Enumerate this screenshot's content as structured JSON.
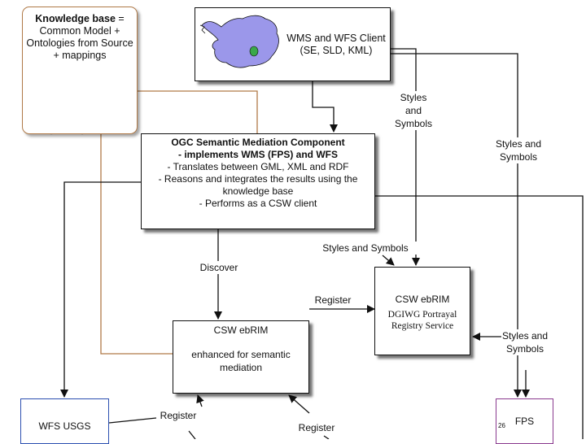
{
  "knowledge_base": {
    "title": "Knowledge base",
    "text": "= Common Model + Ontologies from Source + mappings"
  },
  "wms_client": {
    "line1": "WMS and WFS Client",
    "line2": "(SE, SLD, KML)"
  },
  "ogc_component": {
    "title1": "OGC Semantic Mediation Component",
    "title2": "- implements WMS (FPS) and WFS",
    "line1": "- Translates between GML, XML and RDF",
    "line2": "- Reasons and integrates the results using the",
    "line3": "knowledge base",
    "line4": "- Performs as a CSW client"
  },
  "csw_semantic": {
    "title": "CSW ebRIM",
    "line1": "enhanced for semantic",
    "line2": "mediation"
  },
  "csw_portrayal": {
    "title": "CSW ebRIM",
    "line1": "DGIWG Portrayal",
    "line2": "Registry Service"
  },
  "wfs_usgs": {
    "label": "WFS USGS"
  },
  "fps": {
    "label": "FPS"
  },
  "edge_labels": {
    "styles_symbols_1": "Styles and Symbols",
    "styles_symbols_2": "Styles and Symbols",
    "styles_symbols_3": "Styles and Symbols",
    "styles_symbols_4": "Styles and Symbols",
    "discover": "Discover",
    "register_1": "Register",
    "register_2": "Register",
    "register_3": "Register"
  },
  "page_number": "26",
  "colors": {
    "kb_border": "#b07a48",
    "wfs_border": "#2b4fb0",
    "fps_border": "#8a3a8f",
    "map_fill": "#9b97ea",
    "marker": "#3aa84a"
  }
}
